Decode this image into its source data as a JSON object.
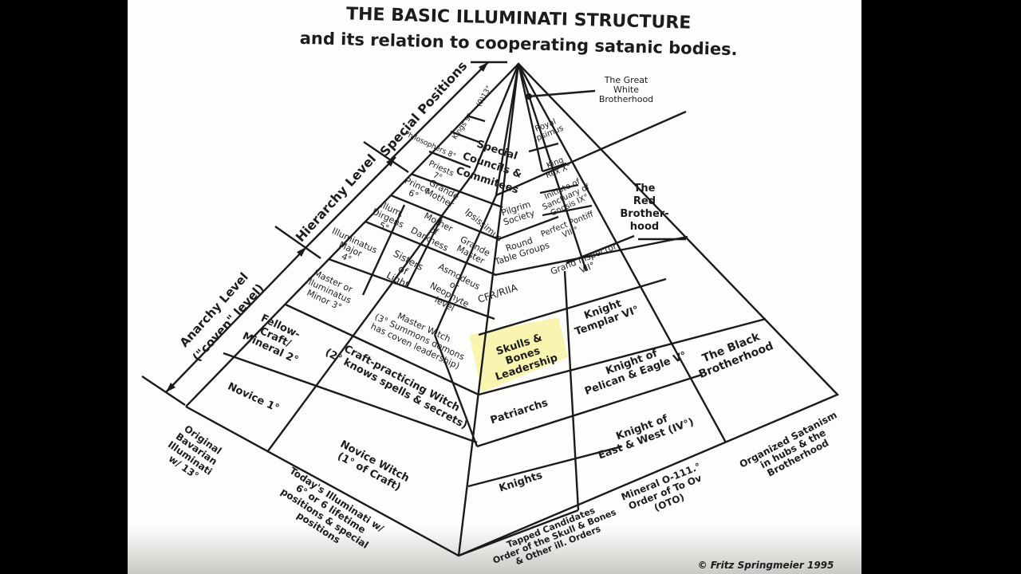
{
  "title": "THE BASIC ILLUMINATI STRUCTURE",
  "subtitle": "and its relation to cooperating satanic bodies.",
  "highlight_color": "#f7f19c",
  "labels": [
    {
      "id": "special-positions",
      "lines": [
        "Special Positions"
      ]
    },
    {
      "id": "hierarchy-level",
      "lines": [
        "Hierarchy Level"
      ]
    },
    {
      "id": "anarchy-level",
      "lines": [
        "Anarchy Level",
        "(\"coven\" level)"
      ]
    },
    {
      "id": "deg-0-13",
      "lines": [
        "(0)13°"
      ]
    },
    {
      "id": "kings",
      "lines": [
        "Kings 9°"
      ]
    },
    {
      "id": "philosophers",
      "lines": [
        "Philosophers 8°"
      ]
    },
    {
      "id": "priests",
      "lines": [
        "Priests",
        "7°"
      ]
    },
    {
      "id": "prince",
      "lines": [
        "Prince",
        "6°"
      ]
    },
    {
      "id": "grande-mother",
      "lines": [
        "Grande",
        "Mother"
      ]
    },
    {
      "id": "ipsissimus",
      "lines": [
        "Ipsissimus"
      ]
    },
    {
      "id": "illum-dirgens",
      "lines": [
        "Illum.",
        "Dirgens",
        "5°"
      ]
    },
    {
      "id": "mother-of-darkness",
      "lines": [
        "Mother",
        "of",
        "Darkness"
      ]
    },
    {
      "id": "grande-master",
      "lines": [
        "Grande",
        "Master"
      ]
    },
    {
      "id": "illuminatus-major",
      "lines": [
        "Illuminatus",
        "Major",
        "4°"
      ]
    },
    {
      "id": "sisters-of-light",
      "lines": [
        "Sisters",
        "of",
        "Light"
      ]
    },
    {
      "id": "asmodeus",
      "lines": [
        "Asmodeus",
        "or",
        "Neophyte",
        "level"
      ]
    },
    {
      "id": "illuminatus-minor",
      "lines": [
        "Master or",
        "Illuminatus",
        "Minor 3°"
      ]
    },
    {
      "id": "master-witch",
      "lines": [
        "Master Witch",
        "(3° Summons demons",
        "has coven leadership)"
      ]
    },
    {
      "id": "fellow-craft",
      "lines": [
        "Fellow-",
        "Craft/",
        "Mineral 2°"
      ]
    },
    {
      "id": "novice",
      "lines": [
        "Novice 1°"
      ]
    },
    {
      "id": "craft-witch",
      "lines": [
        "Craft-practicing Witch",
        "(2° knows spells & secrets)"
      ]
    },
    {
      "id": "novice-witch",
      "lines": [
        "Novice Witch",
        "(1° of Craft)"
      ]
    },
    {
      "id": "special-councils",
      "lines": [
        "Special",
        "Councils &",
        "Commitees"
      ]
    },
    {
      "id": "pilgrim-society",
      "lines": [
        "Pilgrim",
        "Society"
      ]
    },
    {
      "id": "round-table",
      "lines": [
        "Round",
        "Table Groups"
      ]
    },
    {
      "id": "cfr-riia",
      "lines": [
        "CFR/RIIA"
      ]
    },
    {
      "id": "skulls-bones",
      "lines": [
        "Skulls &",
        "Bones",
        "Leadership"
      ]
    },
    {
      "id": "patriarchs",
      "lines": [
        "Patriarchs"
      ]
    },
    {
      "id": "knights",
      "lines": [
        "Knights"
      ]
    },
    {
      "id": "royal-ipsimus",
      "lines": [
        "Royal",
        "Ipsimus"
      ]
    },
    {
      "id": "king-rex",
      "lines": [
        "King",
        "Rex X°"
      ]
    },
    {
      "id": "initiate-gnosis",
      "lines": [
        "Initiate of",
        "Sanctuary of",
        "Gnosis IX°"
      ]
    },
    {
      "id": "perfect-pontiff",
      "lines": [
        "Perfect Pontiff",
        "VIII°"
      ]
    },
    {
      "id": "grand-inspector",
      "lines": [
        "Grand Inspector",
        "VII°"
      ]
    },
    {
      "id": "knight-templar",
      "lines": [
        "Knight",
        "Templar VI°"
      ]
    },
    {
      "id": "knight-pelican",
      "lines": [
        "Knight of",
        "Pelican & Eagle V°"
      ]
    },
    {
      "id": "knight-east-west",
      "lines": [
        "Knight of",
        "East & West (IV°)"
      ]
    },
    {
      "id": "red-brotherhood",
      "lines": [
        "The",
        "Red",
        "Brother-",
        "hood"
      ]
    },
    {
      "id": "black-brotherhood",
      "lines": [
        "The Black",
        "Brotherhood"
      ]
    },
    {
      "id": "great-white",
      "lines": [
        "The Great",
        "White",
        "Brotherhood"
      ]
    },
    {
      "id": "bavarian",
      "lines": [
        "Original",
        "Bavarian",
        "Illuminati",
        "w/ 13°"
      ]
    },
    {
      "id": "todays",
      "lines": [
        "Today's Illuminati w/",
        "6° or 6 lifetime",
        "positions & special",
        "positions"
      ]
    },
    {
      "id": "tapped",
      "lines": [
        "Tapped Candidates",
        "Order of the Skull & Bones",
        "& Other ill. Orders"
      ]
    },
    {
      "id": "oto",
      "lines": [
        "Mineral O-111.°",
        "Order of To Ov",
        "(OTO)"
      ]
    },
    {
      "id": "organized",
      "lines": [
        "Organized Satanism",
        "in hubs & the",
        "Brotherhood"
      ]
    }
  ],
  "copyright": "© Fritz Springmeier 1995"
}
